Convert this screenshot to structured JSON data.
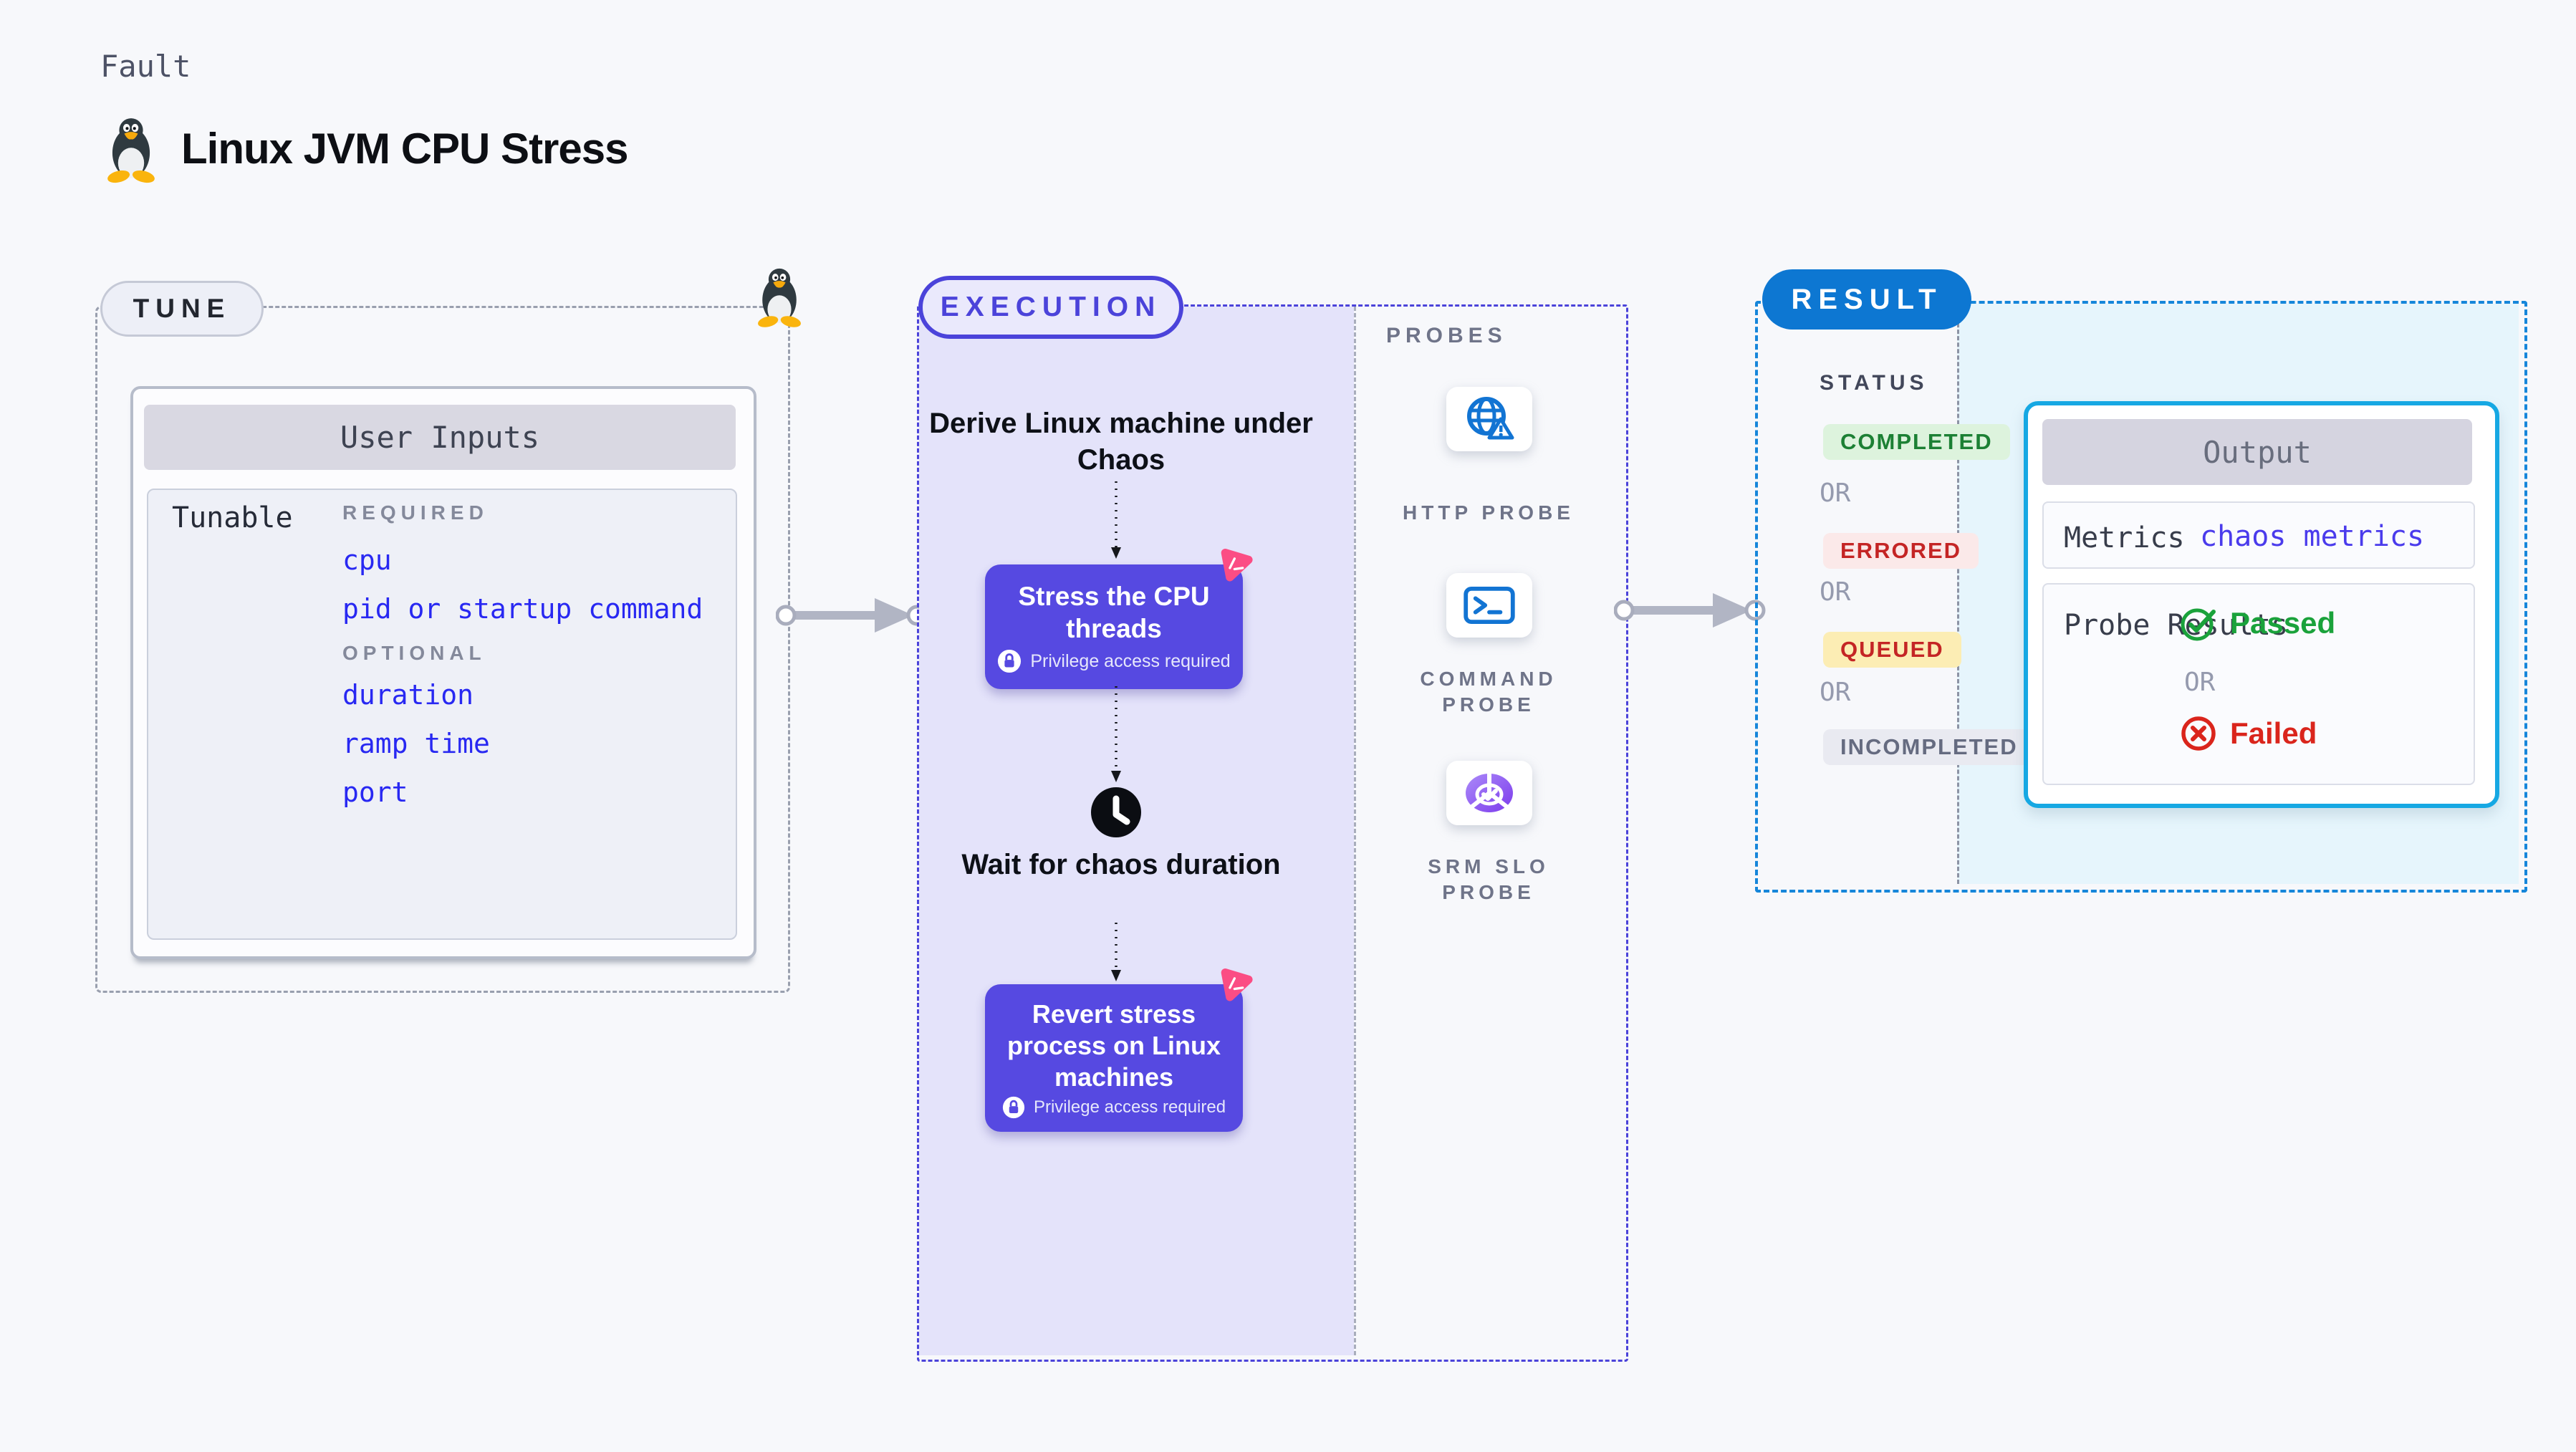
{
  "page": {
    "fault_label": "Fault",
    "title": "Linux JVM CPU Stress"
  },
  "tune": {
    "badge": "TUNE",
    "user_inputs": {
      "header": "User Inputs",
      "row_label": "Tunable",
      "required_label": "REQUIRED",
      "required": [
        "cpu",
        "pid or startup command"
      ],
      "optional_label": "OPTIONAL",
      "optional": [
        "duration",
        "ramp time",
        "port"
      ]
    }
  },
  "execution": {
    "badge": "EXECUTION",
    "derive_step": "Derive Linux machine under Chaos",
    "stress_step": "Stress the CPU threads",
    "wait_step": "Wait for chaos duration",
    "revert_step": "Revert stress process on Linux machines",
    "privilege_note": "Privilege access required",
    "probes": {
      "label": "PROBES",
      "items": [
        {
          "line1": "HTTP PROBE",
          "line2": "",
          "icon": "globe-warning-icon"
        },
        {
          "line1": "COMMAND",
          "line2": "PROBE",
          "icon": "terminal-icon"
        },
        {
          "line1": "SRM SLO",
          "line2": "PROBE",
          "icon": "slo-pie-icon"
        }
      ]
    }
  },
  "result": {
    "badge": "RESULT",
    "status": {
      "label": "STATUS",
      "or": "OR",
      "badges": [
        {
          "label": "COMPLETED",
          "color": "#1c8034",
          "bg": "#ddf3dd"
        },
        {
          "label": "ERRORED",
          "color": "#c42525",
          "bg": "#fbe9e9"
        },
        {
          "label": "QUEUED",
          "color": "#c42525",
          "bg": "#fcedb4"
        },
        {
          "label": "INCOMPLETED",
          "color": "#656b80",
          "bg": "#e9eaf1"
        }
      ]
    },
    "output": {
      "header": "Output",
      "metrics_label": "Metrics",
      "metrics_value": "chaos metrics",
      "probe_results_label": "Probe Results",
      "passed": "Passed",
      "or": "OR",
      "failed": "Failed"
    }
  },
  "colors": {
    "page_bg": "#f7f8fb",
    "execution_accent": "#4b43da",
    "execution_bg": "#e4e3fa",
    "node_bg": "#5649e1",
    "chaos_pink": "#fb4d84",
    "result_accent": "#0d77d2",
    "output_border": "#16a8e3",
    "output_bg": "#e6f5fc",
    "param_blue": "#2828f2",
    "passed_green": "#1aa23b",
    "failed_red": "#da251c",
    "probe_icon_blue": "#1274d3"
  }
}
